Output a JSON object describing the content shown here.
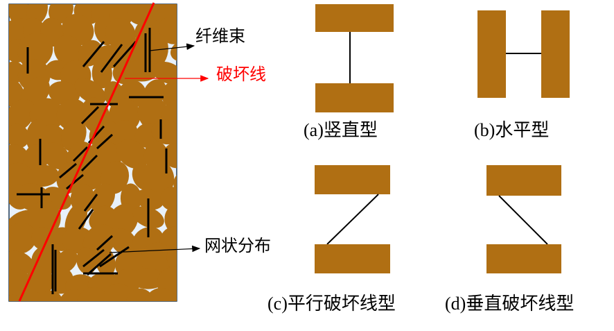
{
  "soil_panel": {
    "labels": {
      "fiber_bundle": "纤维束",
      "failure_line": "破坏线",
      "network_distribution": "网状分布"
    }
  },
  "fiber_types": [
    {
      "caption": "(a)竖直型"
    },
    {
      "caption": "(b)水平型"
    },
    {
      "caption": "(c)平行破坏线型"
    },
    {
      "caption": "(d)垂直破坏线型"
    }
  ],
  "colors": {
    "particle": "#b06f13",
    "background": "#e8f1fa",
    "failure_line": "#ff0000",
    "fiber": "#000000",
    "frame": "#1f3a57"
  }
}
